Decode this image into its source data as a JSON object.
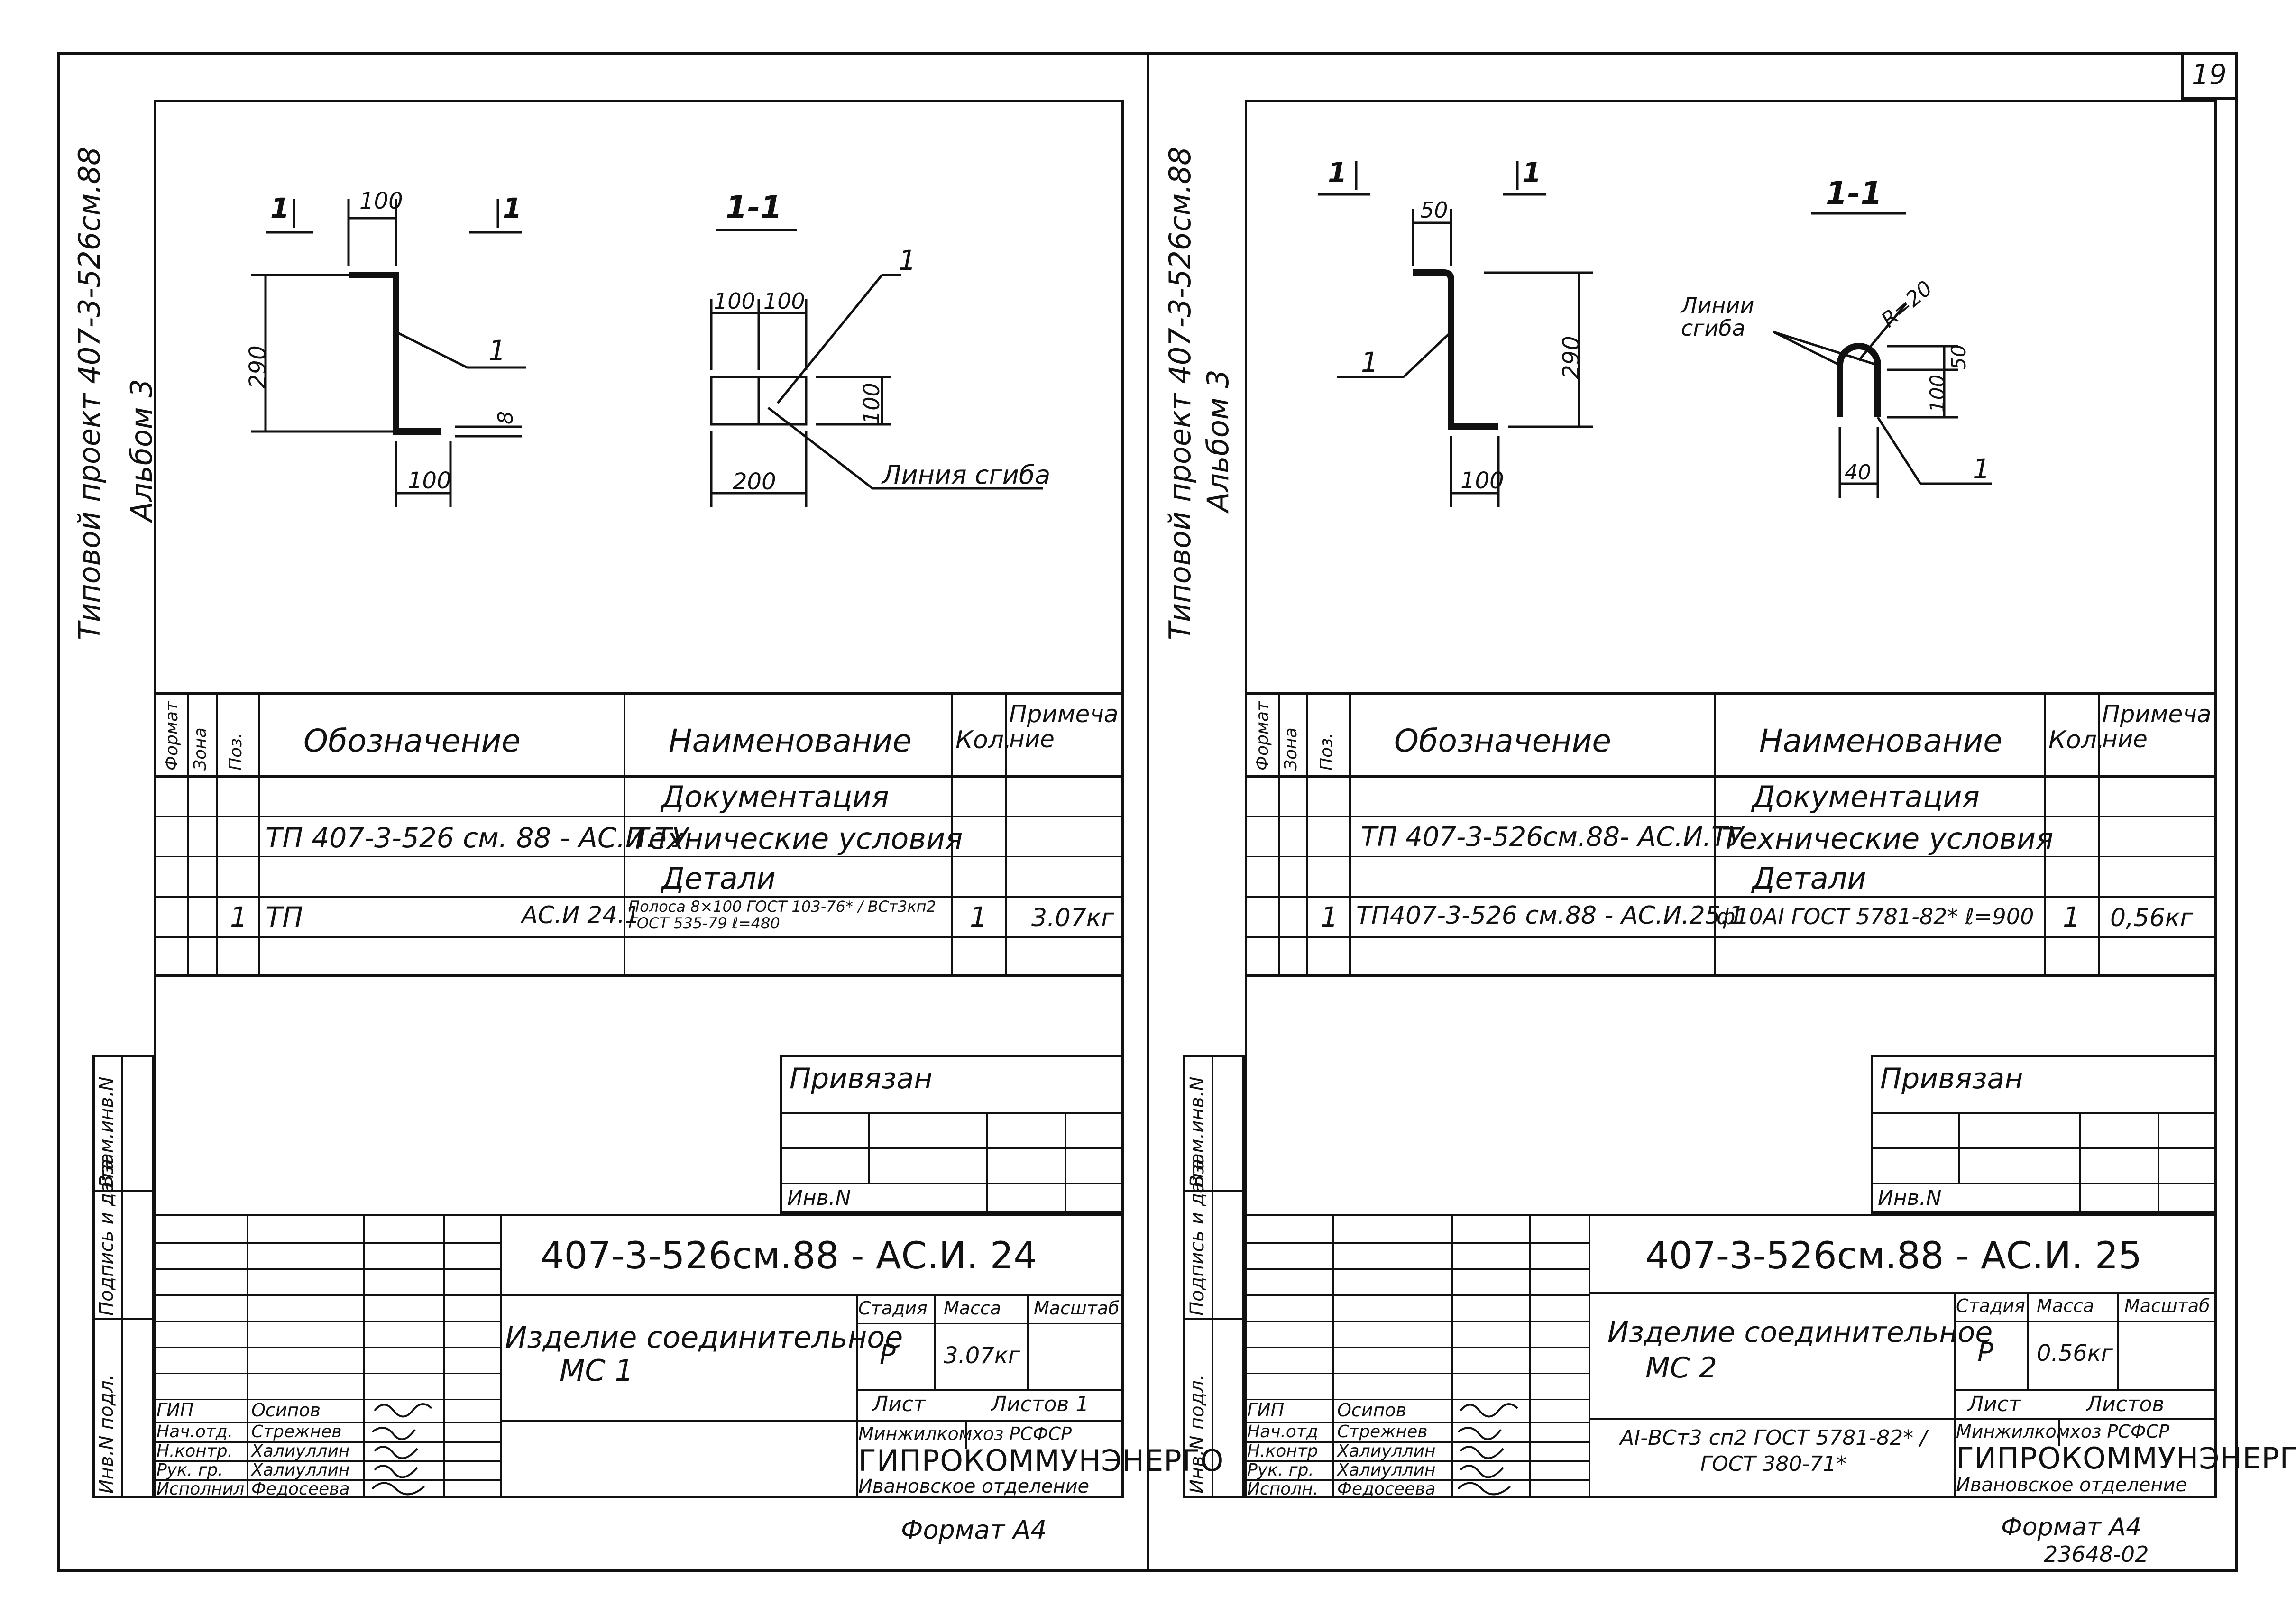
{
  "page_number": "19",
  "sheets": [
    {
      "side_project": "Типовой проект 407-3-526см.88",
      "side_album": "Альбом 3",
      "section_label": "1-1",
      "cut_marks": [
        "1",
        "1"
      ],
      "dims": {
        "d100a": "100",
        "d290": "290",
        "d8": "8",
        "d100b": "100",
        "d100c": "100",
        "d100d": "100",
        "d100e": "100",
        "d200": "200"
      },
      "leader_1a": "1",
      "leader_1b": "1",
      "bend_line": "Линия сгиба",
      "spec_headers": {
        "format": "Формат",
        "zone": "Зона",
        "pos": "Поз.",
        "designation": "Обозначение",
        "name": "Наименование",
        "qty": "Кол.",
        "note": "Примеча ние"
      },
      "rows": [
        {
          "pos": "",
          "designation": "",
          "name": "Документация",
          "qty": "",
          "note": ""
        },
        {
          "pos": "",
          "designation": "ТП 407-3-526 см. 88 - АС.И.ТУ",
          "name": "Технические условия",
          "qty": "",
          "note": ""
        },
        {
          "pos": "",
          "designation": "",
          "name": "Детали",
          "qty": "",
          "note": ""
        },
        {
          "pos": "1",
          "designation": "ТП",
          "designation2": "АС.И 24.1",
          "name": "Полоса 8×100 ГОСТ 103-76* / ВСт3кп2 ГОСТ 535-79 ℓ=480",
          "qty": "1",
          "note": "3.07кг"
        }
      ],
      "privyazan": "Привязан",
      "inv_n": "Инв.N",
      "side_labels": [
        "Инв.N подл.",
        "Подпись и дата",
        "Взам.инв.N"
      ],
      "doc_code": "407-3-526см.88 - АС.И. 24",
      "title": "Изделие соединительное",
      "title2": "МС 1",
      "stage_label": "Стадия",
      "mass_label": "Масса",
      "scale_label": "Масштаб",
      "stage": "Р",
      "mass": "3.07кг",
      "sheet_label": "Лист",
      "sheets_label": "Листов 1",
      "org1": "Минжилкомхоз РСФСР",
      "org2": "ГИПРОКОММУНЭНЕРГО",
      "org3": "Ивановское отделение",
      "material": "",
      "staff": [
        {
          "role": "ГИП",
          "name": "Осипов"
        },
        {
          "role": "Нач.отд.",
          "name": "Стрежнев"
        },
        {
          "role": "Н.контр.",
          "name": "Халиуллин"
        },
        {
          "role": "Рук. гр.",
          "name": "Халиуллин"
        },
        {
          "role": "Исполнил",
          "name": "Федосеева"
        }
      ],
      "format": "Формат А4",
      "footer_code": ""
    },
    {
      "side_project": "Типовой проект 407-3-526см.88",
      "side_album": "Альбом 3",
      "section_label": "1-1",
      "cut_marks": [
        "1",
        "1"
      ],
      "dims": {
        "d50": "50",
        "d290": "290",
        "d100": "100",
        "d100b": "100",
        "d50b": "50",
        "d40": "40",
        "r20": "R=20"
      },
      "leader_1a": "1",
      "leader_1b": "1",
      "bend_line": "Линии сгиба",
      "spec_headers": {
        "format": "Формат",
        "zone": "Зона",
        "pos": "Поз.",
        "designation": "Обозначение",
        "name": "Наименование",
        "qty": "Кол.",
        "note": "Примеча ние"
      },
      "rows": [
        {
          "pos": "",
          "designation": "",
          "name": "Документация",
          "qty": "",
          "note": ""
        },
        {
          "pos": "",
          "designation": "ТП 407-3-526см.88- АС.И.ТУ",
          "name": "Технические условия",
          "qty": "",
          "note": ""
        },
        {
          "pos": "",
          "designation": "",
          "name": "Детали",
          "qty": "",
          "note": ""
        },
        {
          "pos": "1",
          "designation": "ТП407-3-526 см.88 - АС.И.25.1",
          "designation2": "",
          "name": "ф10AI ГОСТ 5781-82* ℓ=900",
          "qty": "1",
          "note": "0,56кг"
        }
      ],
      "privyazan": "Привязан",
      "inv_n": "Инв.N",
      "side_labels": [
        "Инв.N подл.",
        "Подпись и дата",
        "Взам.инв.N"
      ],
      "doc_code": "407-3-526см.88 - АС.И. 25",
      "title": "Изделие соединительное",
      "title2": "МС 2",
      "stage_label": "Стадия",
      "mass_label": "Масса",
      "scale_label": "Масштаб",
      "stage": "Р",
      "mass": "0.56кг",
      "sheet_label": "Лист",
      "sheets_label": "Листов",
      "org1": "Минжилкомхоз РСФСР",
      "org2": "ГИПРОКОММУНЭНЕРГО",
      "org3": "Ивановское отделение",
      "material": "АI-ВСт3 сп2 ГОСТ 5781-82* / ГОСТ 380-71*",
      "staff": [
        {
          "role": "ГИП",
          "name": "Осипов"
        },
        {
          "role": "Нач.отд",
          "name": "Стрежнев"
        },
        {
          "role": "Н.контр",
          "name": "Халиуллин"
        },
        {
          "role": "Рук. гр.",
          "name": "Халиуллин"
        },
        {
          "role": "Исполн.",
          "name": "Федосеева"
        }
      ],
      "format": "Формат А4",
      "footer_code": "23648-02"
    }
  ]
}
